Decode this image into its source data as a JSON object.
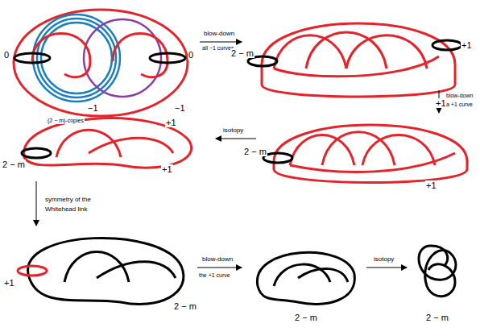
{
  "diagram": {
    "labels": [
      "0",
      "0",
      "−1",
      "−1",
      "(2 − m)-copies",
      "+1",
      "blow-down",
      "all −1 curves",
      "2 − m",
      "+1",
      "+1",
      "blow-down",
      "a +1 curve",
      "isotopy",
      "2 − m",
      "+1",
      "2 − m",
      "+1",
      "symmetry of the",
      "Whitehead link",
      "+1",
      "2 − m",
      "blow-down",
      "the +1 curve",
      "2 − m",
      "isotopy",
      "2 − m"
    ]
  }
}
